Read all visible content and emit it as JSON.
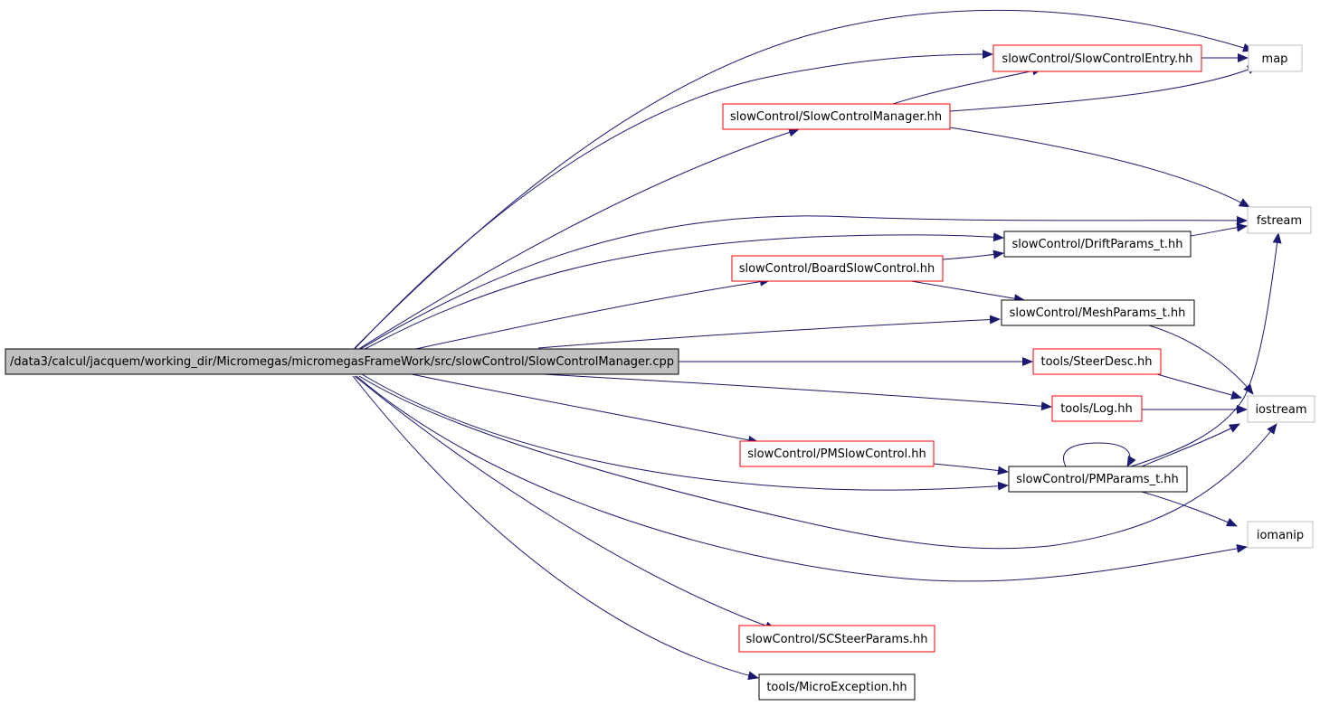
{
  "colors": {
    "edge": "#191970",
    "root_fill": "#bfbfbf",
    "root_border": "#000000",
    "documented_border": "#ff0000",
    "plain_border": "#000000",
    "external_border": "#bfbfbf",
    "background": "#ffffff"
  },
  "nodes": {
    "root": {
      "label": "/data3/calcul/jacquem/working_dir/Micromegas/micromegasFrameWork/src/slowControl/SlowControlManager.cpp",
      "kind": "root"
    },
    "map": {
      "label": "map",
      "kind": "external"
    },
    "sc_entry": {
      "label": "slowControl/SlowControlEntry.hh",
      "kind": "documented"
    },
    "sc_manager": {
      "label": "slowControl/SlowControlManager.hh",
      "kind": "documented"
    },
    "fstream": {
      "label": "fstream",
      "kind": "external"
    },
    "drift": {
      "label": "slowControl/DriftParams_t.hh",
      "kind": "plain"
    },
    "board": {
      "label": "slowControl/BoardSlowControl.hh",
      "kind": "documented"
    },
    "mesh": {
      "label": "slowControl/MeshParams_t.hh",
      "kind": "plain"
    },
    "steerdesc": {
      "label": "tools/SteerDesc.hh",
      "kind": "documented"
    },
    "iostream": {
      "label": "iostream",
      "kind": "external"
    },
    "log": {
      "label": "tools/Log.hh",
      "kind": "documented"
    },
    "pmslow": {
      "label": "slowControl/PMSlowControl.hh",
      "kind": "documented"
    },
    "pmparams": {
      "label": "slowControl/PMParams_t.hh",
      "kind": "plain"
    },
    "iomanip": {
      "label": "iomanip",
      "kind": "external"
    },
    "scsteer": {
      "label": "slowControl/SCSteerParams.hh",
      "kind": "documented"
    },
    "microexc": {
      "label": "tools/MicroException.hh",
      "kind": "plain"
    }
  },
  "edges": [
    [
      "root",
      "map"
    ],
    [
      "root",
      "sc_entry"
    ],
    [
      "root",
      "sc_manager"
    ],
    [
      "root",
      "fstream"
    ],
    [
      "root",
      "drift"
    ],
    [
      "root",
      "board"
    ],
    [
      "root",
      "mesh"
    ],
    [
      "root",
      "steerdesc"
    ],
    [
      "root",
      "log"
    ],
    [
      "root",
      "pmslow"
    ],
    [
      "root",
      "pmparams"
    ],
    [
      "root",
      "iostream"
    ],
    [
      "root",
      "iomanip"
    ],
    [
      "root",
      "scsteer"
    ],
    [
      "root",
      "microexc"
    ],
    [
      "sc_manager",
      "sc_entry"
    ],
    [
      "sc_manager",
      "map"
    ],
    [
      "sc_manager",
      "fstream"
    ],
    [
      "sc_entry",
      "map"
    ],
    [
      "board",
      "drift"
    ],
    [
      "board",
      "mesh"
    ],
    [
      "drift",
      "fstream"
    ],
    [
      "mesh",
      "iostream"
    ],
    [
      "steerdesc",
      "iostream"
    ],
    [
      "log",
      "iostream"
    ],
    [
      "pmslow",
      "pmparams"
    ],
    [
      "pmparams",
      "pmparams"
    ],
    [
      "pmparams",
      "fstream"
    ],
    [
      "pmparams",
      "iostream"
    ],
    [
      "pmparams",
      "iomanip"
    ]
  ]
}
